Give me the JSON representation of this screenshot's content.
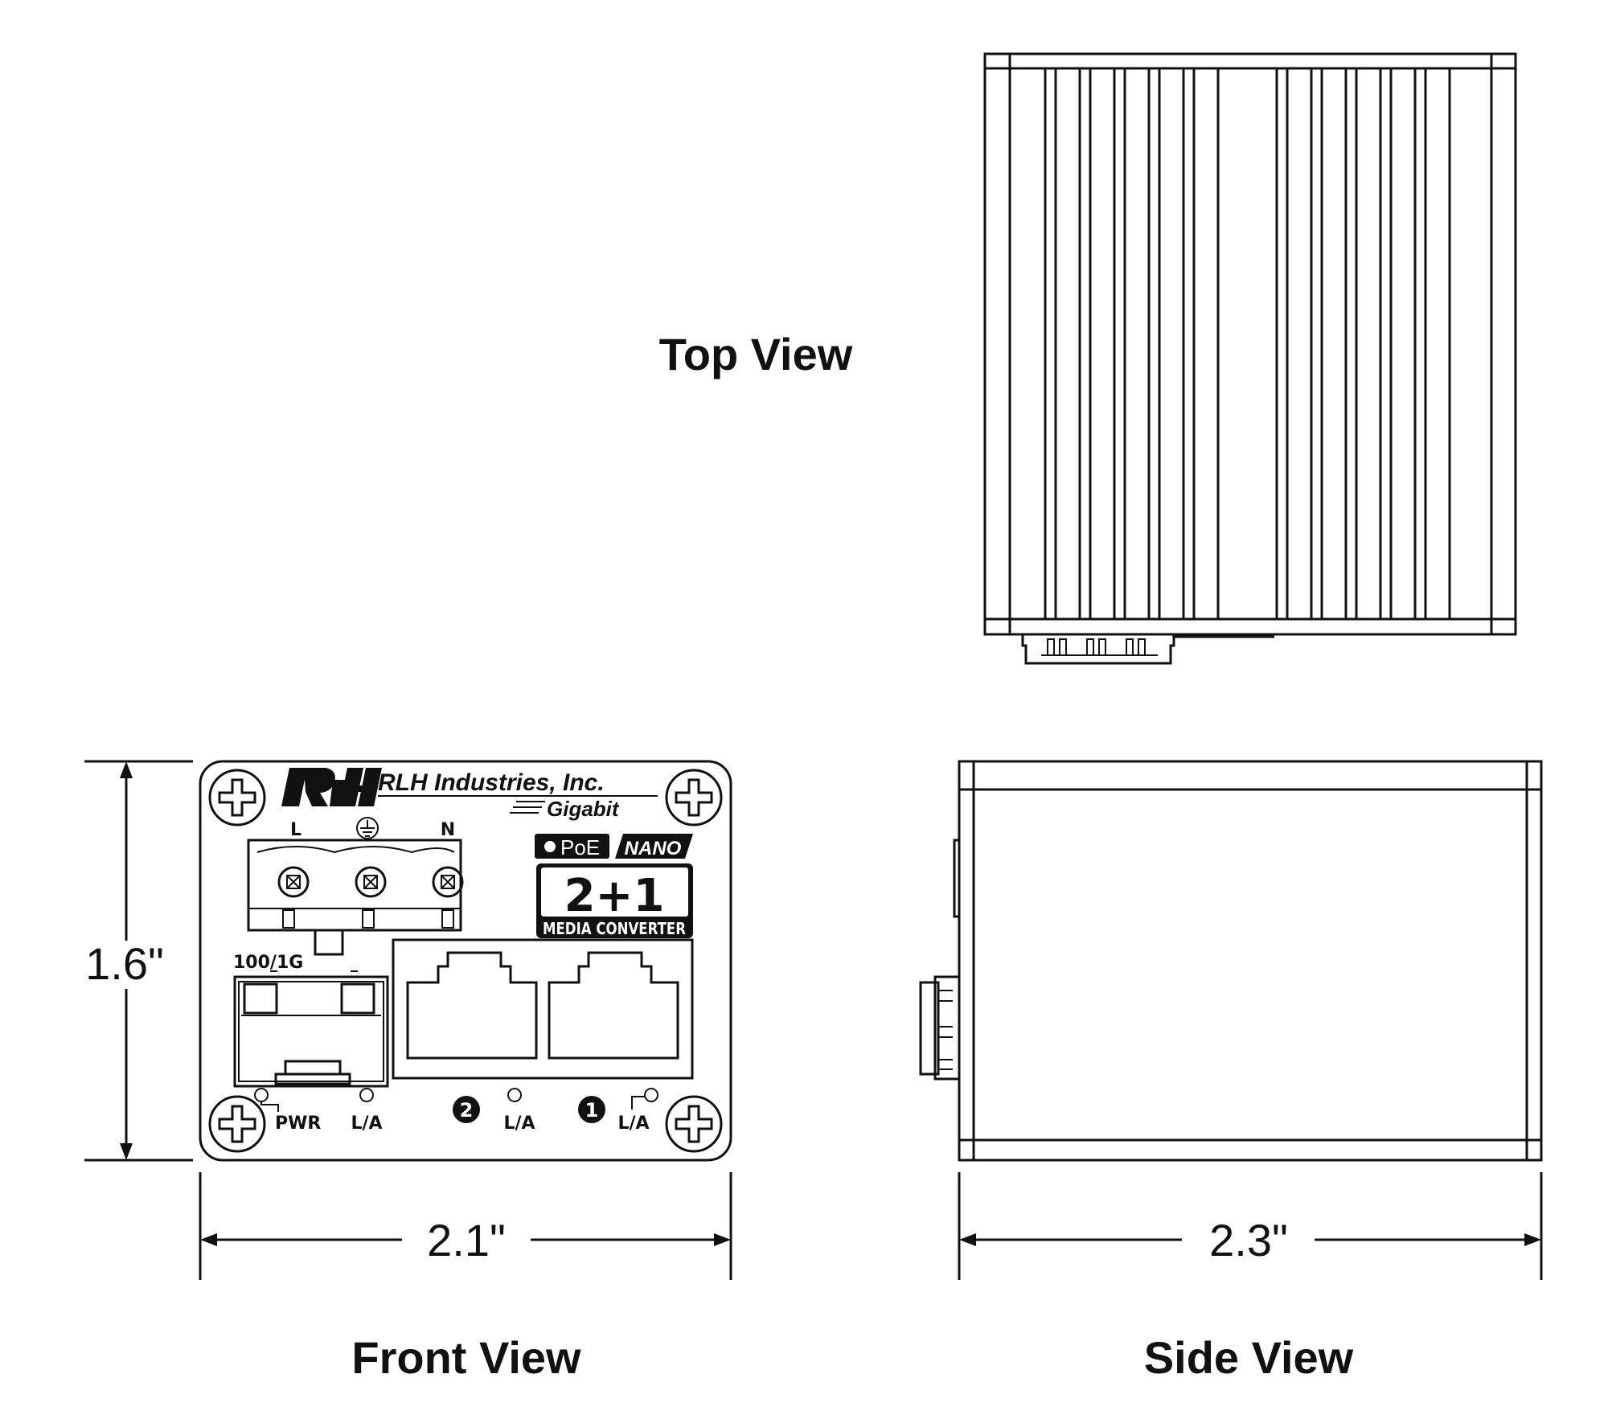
{
  "views": {
    "top": {
      "title": "Top View"
    },
    "front": {
      "title": "Front View"
    },
    "side": {
      "title": "Side View"
    }
  },
  "dimensions": {
    "height": "1.6\"",
    "front_width": "2.1\"",
    "side_width": "2.3\""
  },
  "panel": {
    "brand_name": "RLH Industries, Inc.",
    "brand_sub": "Gigabit",
    "terminal_labels": [
      "L",
      "N"
    ],
    "ground_symbol": "ground-icon",
    "badge_poe": "PoE",
    "badge_nano": "NANO",
    "model_big": "2+1",
    "model_sub": "MEDIA CONVERTER",
    "sfp_label": "100/1G",
    "port2_number": "2",
    "port1_number": "1",
    "led_pwr": "PWR",
    "led_la": "L/A"
  },
  "colors": {
    "line": "#111111",
    "background": "#ffffff"
  }
}
